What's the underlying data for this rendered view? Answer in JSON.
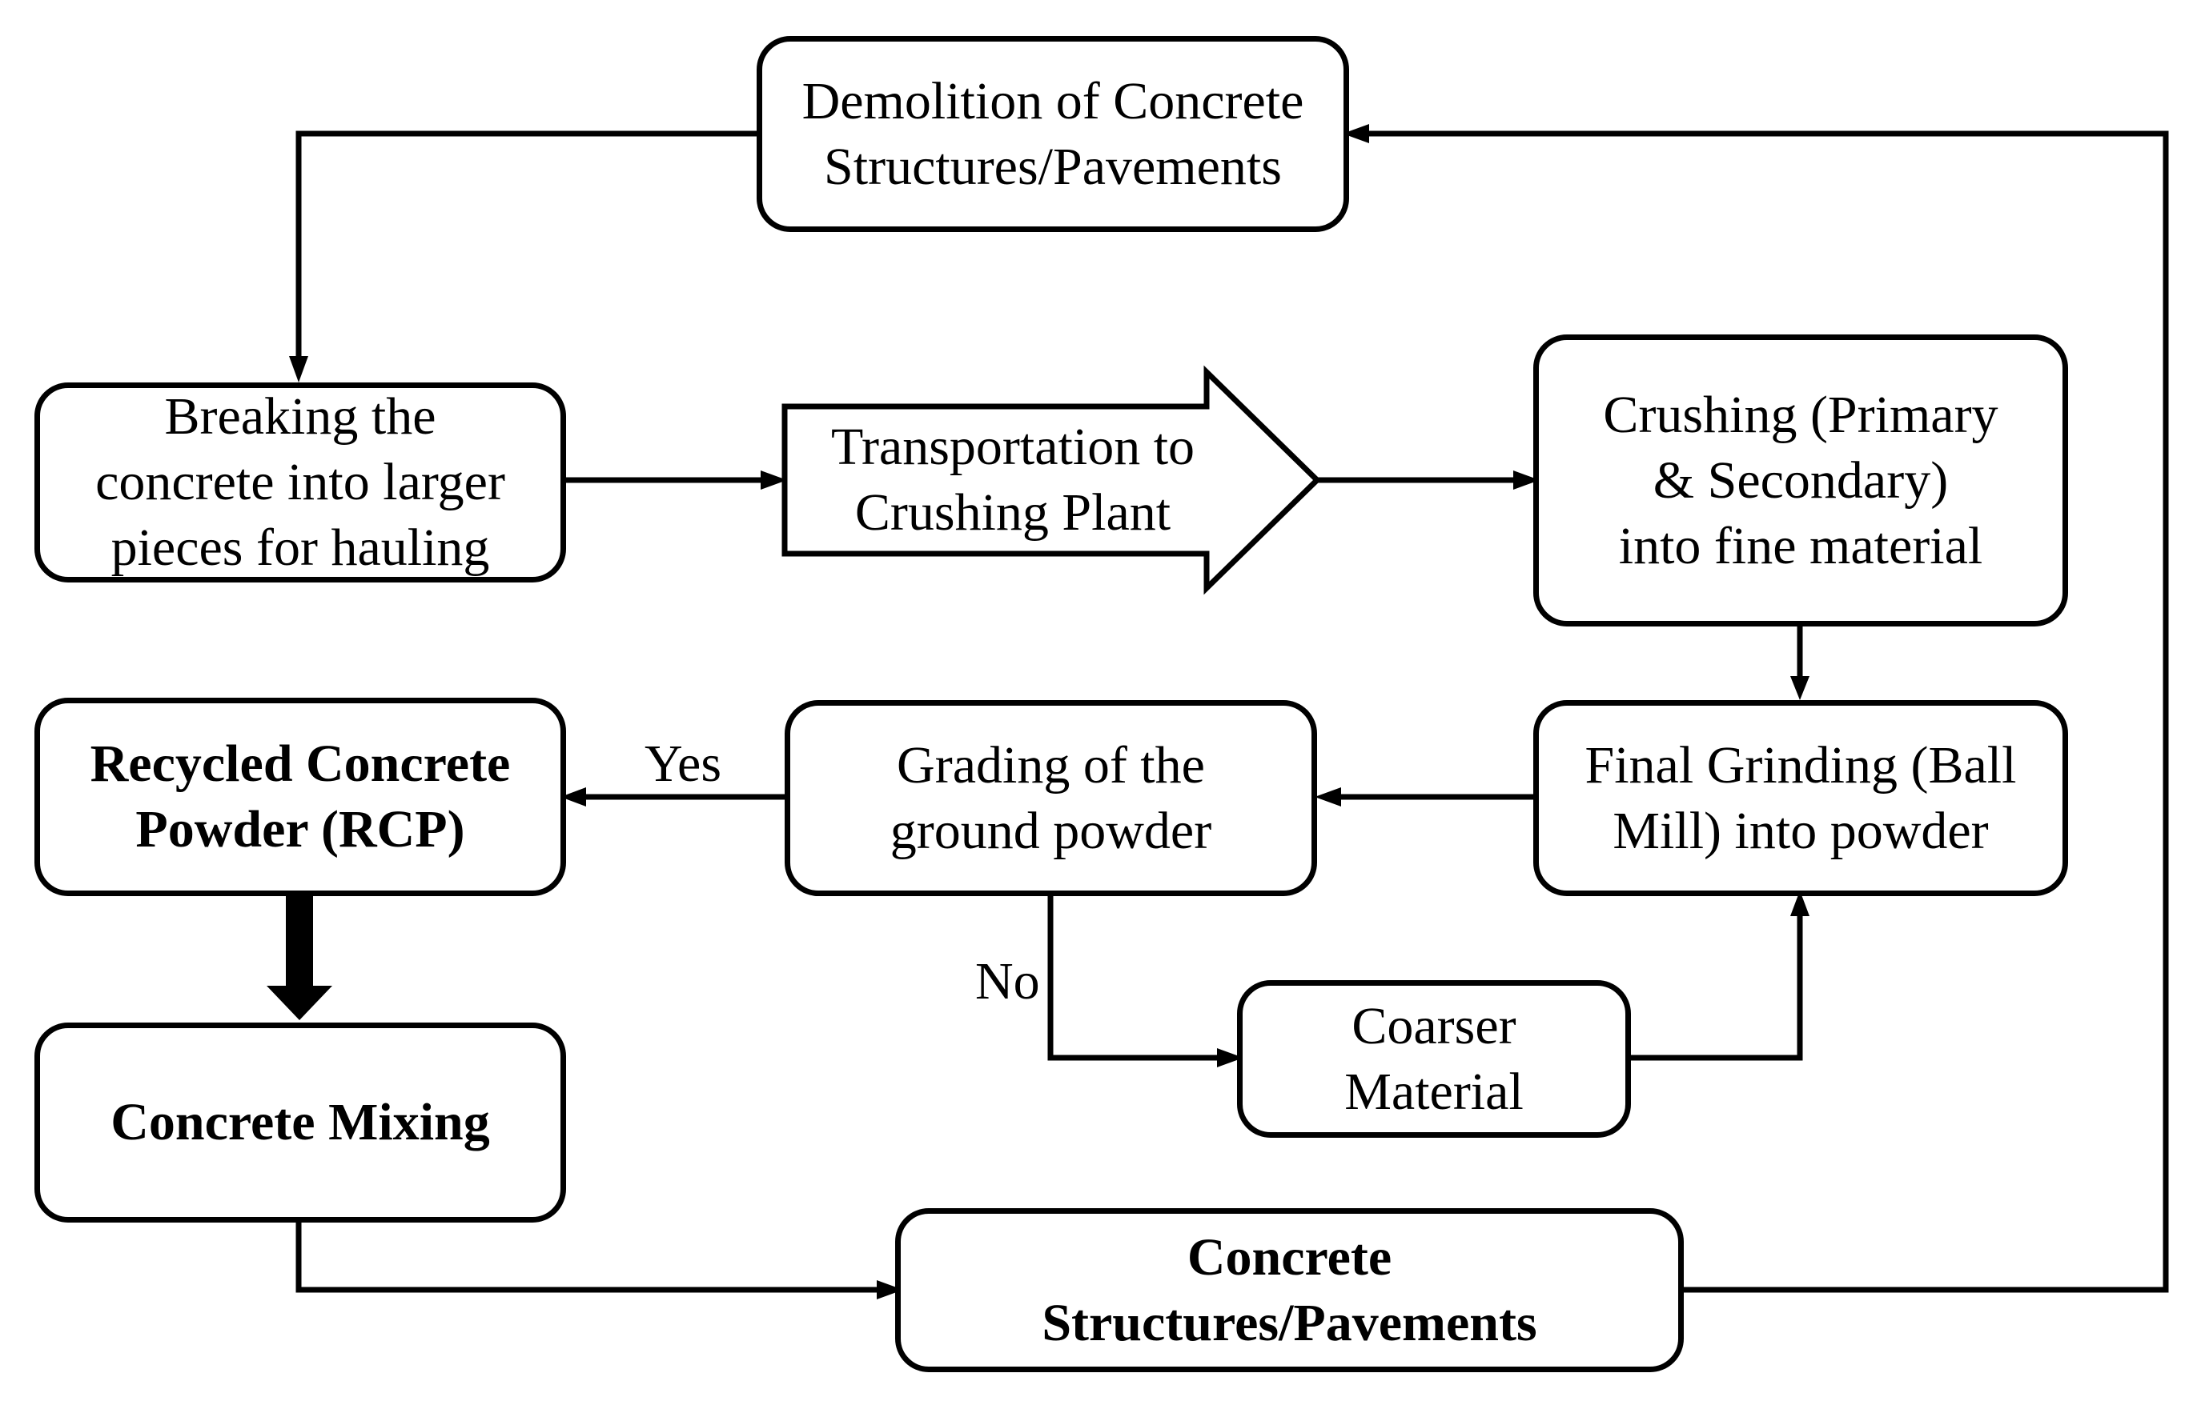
{
  "nodes": {
    "demolition": [
      "Demolition of Concrete",
      "Structures/Pavements"
    ],
    "breaking": [
      "Breaking the",
      "concrete into larger",
      "pieces for hauling"
    ],
    "transportation": [
      "Transportation to",
      "Crushing Plant"
    ],
    "crushing": [
      "Crushing (Primary",
      "& Secondary)",
      "into fine material"
    ],
    "final_grinding": [
      "Final Grinding (Ball",
      "Mill) into powder"
    ],
    "grading": [
      "Grading of the",
      "ground powder"
    ],
    "rcp": [
      "Recycled Concrete",
      "Powder (RCP)"
    ],
    "coarser": [
      "Coarser",
      "Material"
    ],
    "mixing": [
      "Concrete Mixing"
    ],
    "structures": [
      "Concrete",
      "Structures/Pavements"
    ]
  },
  "edge_labels": {
    "yes": "Yes",
    "no": "No"
  }
}
